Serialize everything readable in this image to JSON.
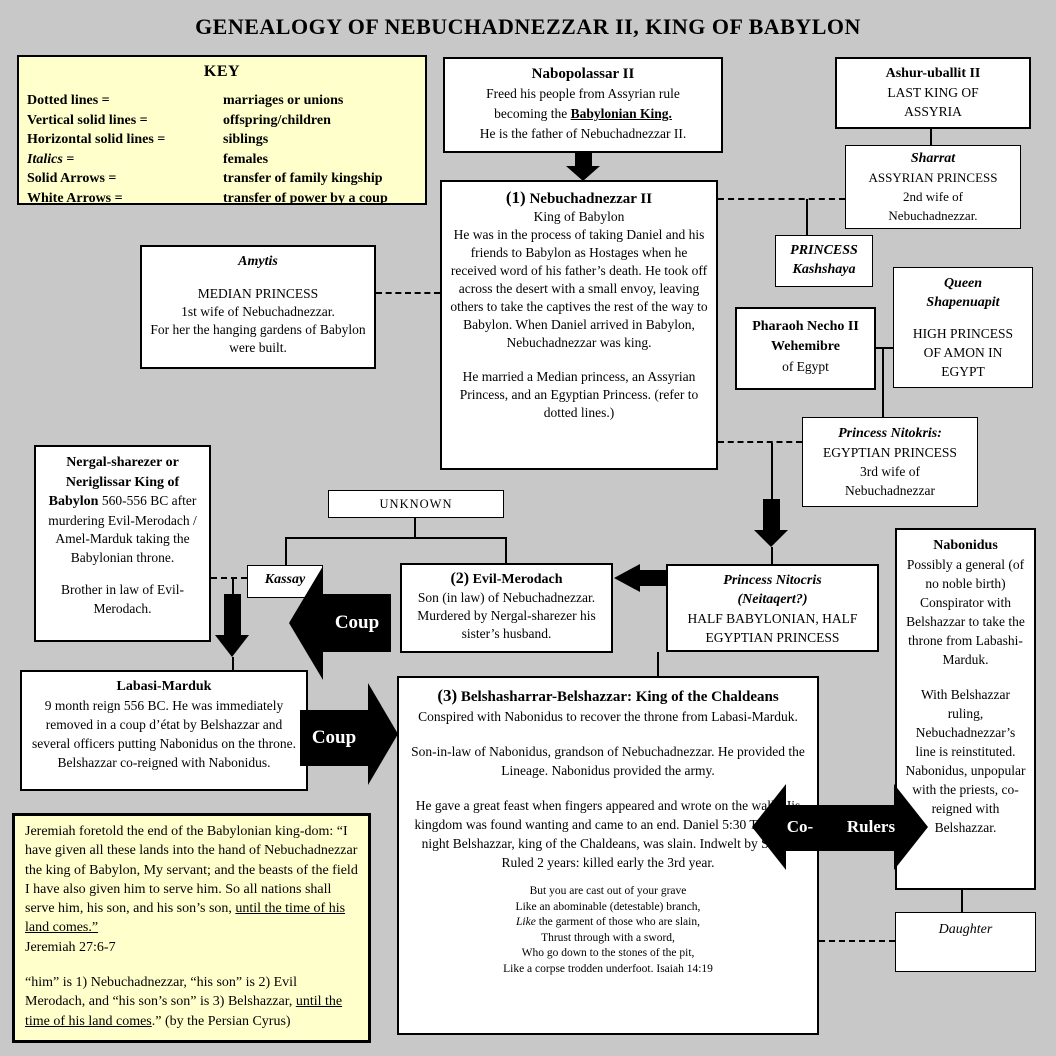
{
  "title": "GENEALOGY OF NEBUCHADNEZZAR II, KING OF BABYLON",
  "colors": {
    "background": "#c8c8c8",
    "note_yellow": "#ffffcc",
    "box_white": "#ffffff",
    "line_black": "#000000",
    "arrow_black": "#000000",
    "arrow_text_white": "#ffffff"
  },
  "key": {
    "heading": "KEY",
    "rows": [
      {
        "term": "Dotted lines =",
        "def": "marriages or unions"
      },
      {
        "term": "Vertical solid lines =",
        "def": "offspring/children"
      },
      {
        "term": "Horizontal solid lines =",
        "def": "siblings"
      },
      {
        "term": "Italics =",
        "def": "females"
      },
      {
        "term": "Solid Arrows =",
        "def": "transfer of family kingship"
      },
      {
        "term": "White Arrows =",
        "def": "transfer of power by a coup"
      }
    ]
  },
  "nabopolassar": {
    "name": "Nabopolassar II",
    "line1": "Freed his people from Assyrian rule",
    "line2_pre": "becoming the ",
    "line2_em": "Babylonian King.",
    "line3": "He is the father of Nebuchadnezzar II."
  },
  "ashur": {
    "name": "Ashur-uballit II",
    "line1": "LAST KING OF",
    "line2": "ASSYRIA"
  },
  "sharrat": {
    "name": "Sharrat",
    "line1": "ASSYRIAN PRINCESS",
    "line2": "2nd wife of",
    "line3": "Nebuchadnezzar."
  },
  "nebuchadnezzar": {
    "num": "(1)",
    "name": " Nebuchadnezzar II",
    "subtitle": "King of Babylon",
    "p1": "He was in the process of taking Daniel and his friends to Babylon as Hostages when he received word of his father’s death. He took off across the desert with a small envoy, leaving others to take the captives the rest of the way to Babylon. When Daniel arrived in Babylon, Nebuchadnezzar was king.",
    "p2": "He married a Median princess, an Assyrian Princess, and an Egyptian Princess. (refer to dotted lines.)"
  },
  "amytis": {
    "name": "Amytis",
    "line1": "MEDIAN PRINCESS",
    "line2": "1st wife of Nebuchadnezzar.",
    "line3": "For her the hanging gardens of Babylon were built."
  },
  "kashshaya": {
    "line1": "PRINCESS",
    "line2": "Kashshaya"
  },
  "necho": {
    "line1": "Pharaoh Necho II",
    "line2": "Wehemibre",
    "line3": "of Egypt"
  },
  "shapenuapit": {
    "name1": "Queen",
    "name2": "Shapenuapit",
    "line1": "HIGH PRINCESS",
    "line2": "OF AMON IN",
    "line3": "EGYPT"
  },
  "nitokris": {
    "name": "Princess Nitokris:",
    "line1": "EGYPTIAN PRINCESS",
    "line2": "3rd wife of",
    "line3": "Nebuchadnezzar"
  },
  "nergal": {
    "bold": "Nergal-sharezer or Neriglissar King of Babylon",
    "rest": " 560-556 BC after murdering Evil-Merodach / Amel-Marduk taking the Babylonian throne.",
    "p2": "Brother in law of Evil-Merodach."
  },
  "unknown": {
    "label": "UNKNOWN"
  },
  "kassay": {
    "name": "Kassay"
  },
  "evil_merodach": {
    "num": "(2)",
    "name": " Evil-Merodach",
    "body": "Son (in law) of Nebuchadnezzar. Murdered by Nergal-sharezer his sister’s husband."
  },
  "nitocris": {
    "name1": "Princess Nitocris",
    "name2": "(Neitaqert?)",
    "body": "HALF BABYLONIAN, HALF EGYPTIAN PRINCESS"
  },
  "nabonidus": {
    "name": "Nabonidus",
    "p1": "Possibly a general (of no noble birth) Conspirator with Belshazzar to take the throne from Labashi-Marduk.",
    "p2": "With Belshazzar ruling, Nebuchadnezzar’s line is reinstituted. Nabonidus, unpopular with the priests, co-reigned with Belshazzar."
  },
  "labasi": {
    "name": "Labasi-Marduk",
    "body": "9 month reign 556 BC. He was immediately removed in a coup d’état by Belshazzar and several officers putting Nabonidus on the throne. Belshazzar co-reigned with Nabonidus."
  },
  "belshazzar": {
    "num": "(3)",
    "name": " Belshasharrar-Belshazzar: King of the Chaldeans",
    "line1": "Conspired with Nabonidus to recover the throne from Labasi-Marduk.",
    "p2": "Son-in-law of Nabonidus, grandson of Nebuchadnezzar. He provided the Lineage. Nabonidus provided the army.",
    "p3": "He gave a great feast when fingers appeared and wrote on the wall. His kingdom was found wanting and came to an end. Daniel 5:30 That very night Belshazzar, king of the Chaldeans, was slain. Indwelt by Satan. Ruled 2 years: killed early the 3rd year.",
    "poem": {
      "l1": "But you are cast out of your grave",
      "l2": "Like an abominable (detestable) branch,",
      "l3_it": "Like",
      "l3_rest": " the garment of those who are slain,",
      "l4": "Thrust through with a sword,",
      "l5": "Who go down to the stones of the pit,",
      "l6": "Like a corpse trodden underfoot. Isaiah 14:19"
    }
  },
  "daughter": {
    "name": "Daughter"
  },
  "jeremiah": {
    "p1_pre": "Jeremiah foretold the end of the Babylonian king-dom: “I have given all these lands into the hand of Nebuchadnezzar the king of Babylon, My servant; and the beasts of the field I have also given him to serve him. So all nations shall serve him, his son, and his son’s son, ",
    "p1_u": "until the time of his land comes.”",
    "p1_ref": "Jeremiah 27:6-7",
    "p2_pre": "“him” is 1) Nebuchadnezzar, “his son” is 2) Evil Merodach, and “his son’s son” is 3) Belshazzar, ",
    "p2_u": "until the time of his land comes",
    "p2_post": ".” (by the Persian Cyrus)"
  },
  "arrows": {
    "coup_left": "Coup",
    "coup_right": "Coup",
    "co": "Co-",
    "rulers": "Rulers"
  }
}
